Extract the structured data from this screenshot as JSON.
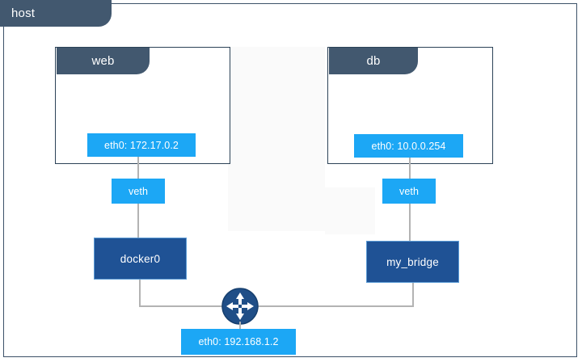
{
  "diagram": {
    "title": "host",
    "host": {
      "label": "host"
    },
    "containers": [
      {
        "name": "web",
        "interface": "eth0: 172.17.0.2",
        "veth": "veth",
        "bridge": "docker0"
      },
      {
        "name": "db",
        "interface": "eth0: 10.0.0.254",
        "veth": "veth",
        "bridge": "my_bridge"
      }
    ],
    "router": {
      "icon": "router-compass-icon",
      "interface": "eth0: 192.168.1.2"
    },
    "colors": {
      "slate": "#42586f",
      "bright_blue": "#1ca7f5",
      "navy": "#1f5295",
      "navy_border": "#5b9bd5",
      "line_gray": "#b3b3b3",
      "frame_border": "#3c5168"
    }
  }
}
